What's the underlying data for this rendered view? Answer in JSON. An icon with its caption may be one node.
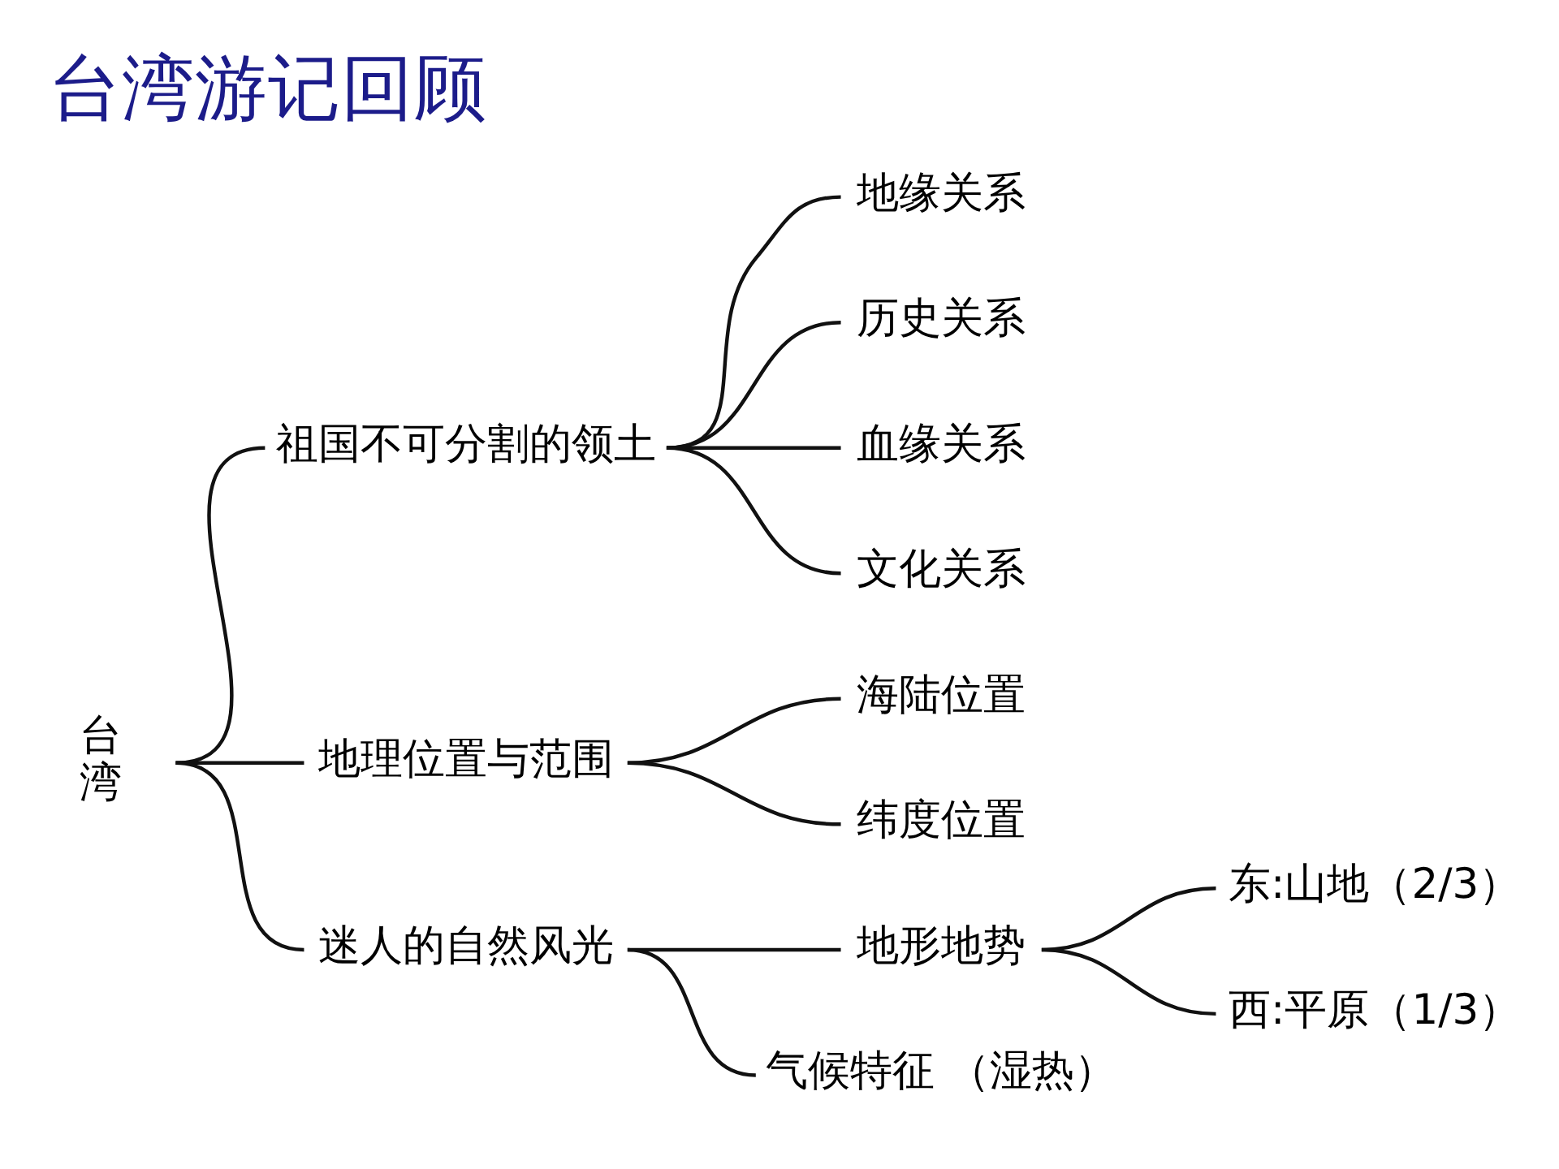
{
  "diagram": {
    "title": "台湾游记回顾",
    "nodes": [
      {
        "text": [
          "台湾"
        ]
      },
      {
        "text": [
          "祖国不可分割的领土"
        ]
      },
      {
        "text": [
          "地缘关系"
        ]
      },
      {
        "text": [
          "历史关系"
        ]
      },
      {
        "text": [
          "血缘关系"
        ]
      },
      {
        "text": [
          "文化关系"
        ]
      },
      {
        "text": [
          "地理位置与范围"
        ]
      },
      {
        "text": [
          "海陆位置"
        ]
      },
      {
        "text": [
          "纬度位置"
        ]
      },
      {
        "text": [
          "迷人的自然风光"
        ]
      },
      {
        "text": [
          "地形地势"
        ]
      },
      {
        "text": [
          "东:山地（2/3）"
        ]
      },
      {
        "text": [
          "西:平原（1/3）"
        ]
      },
      {
        "text": [
          "气候特征 （湿热）"
        ]
      }
    ],
    "edges": [
      {
        "from": 0,
        "to": 1,
        "arrow": "none"
      },
      {
        "from": 0,
        "to": 6,
        "arrow": "none"
      },
      {
        "from": 0,
        "to": 9,
        "arrow": "none"
      },
      {
        "from": 1,
        "to": 2,
        "arrow": "none"
      },
      {
        "from": 1,
        "to": 3,
        "arrow": "none"
      },
      {
        "from": 1,
        "to": 4,
        "arrow": "none"
      },
      {
        "from": 1,
        "to": 5,
        "arrow": "none"
      },
      {
        "from": 6,
        "to": 7,
        "arrow": "none"
      },
      {
        "from": 6,
        "to": 8,
        "arrow": "none"
      },
      {
        "from": 9,
        "to": 10,
        "arrow": "none"
      },
      {
        "from": 9,
        "to": 13,
        "arrow": "none"
      },
      {
        "from": 10,
        "to": 11,
        "arrow": "none"
      },
      {
        "from": 10,
        "to": 12,
        "arrow": "none"
      }
    ]
  }
}
